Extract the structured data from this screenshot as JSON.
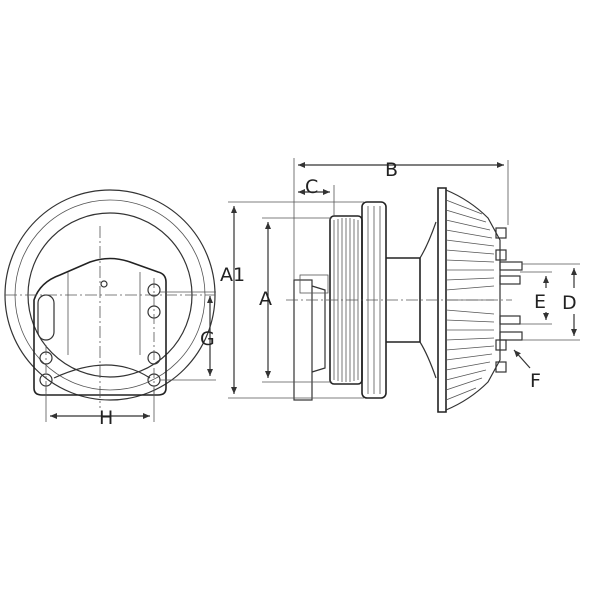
{
  "labels": {
    "b": "B",
    "c": "C",
    "a1": "A1",
    "a": "A",
    "g": "G",
    "h": "H",
    "e": "E",
    "d": "D",
    "f": "F"
  }
}
